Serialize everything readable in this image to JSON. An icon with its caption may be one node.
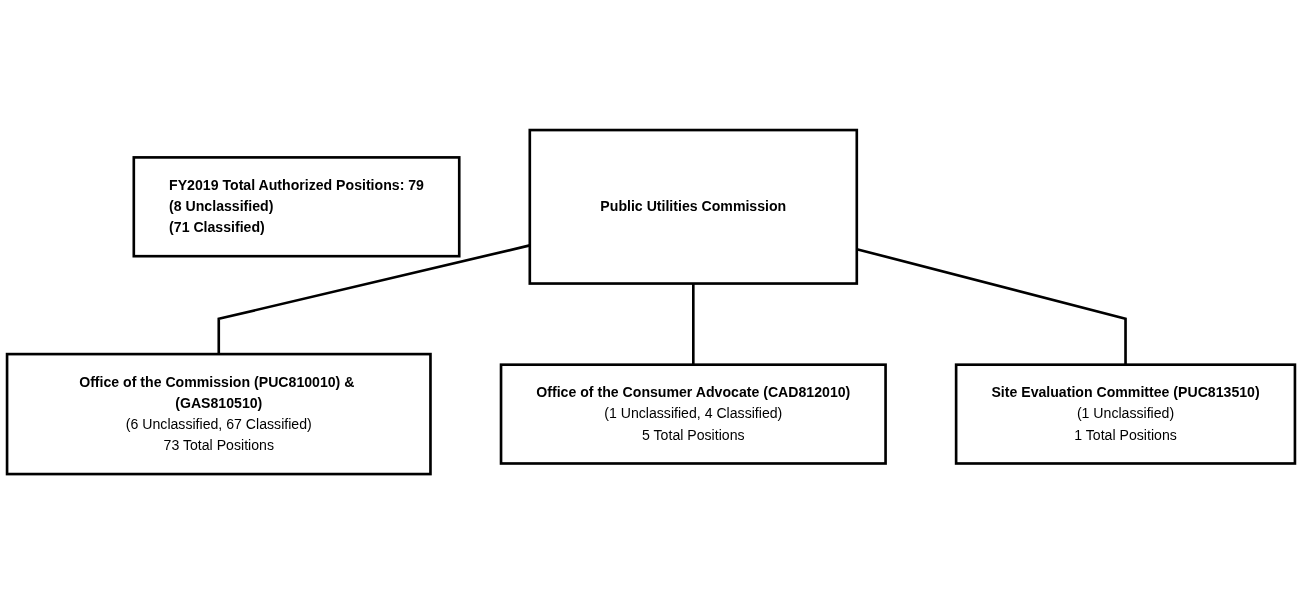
{
  "diagram": {
    "nodes": [
      {
        "text": [
          "FY2019 Total Authorized Positions: 79",
          "(8 Unclassified)",
          "(71 Classified)"
        ]
      },
      {
        "text": [
          "Public Utilities Commission"
        ]
      },
      {
        "text": [
          "Office of the Commission (PUC810010) & (GAS810510)",
          "(6 Unclassified, 67 Classified)",
          "73 Total Positions"
        ]
      },
      {
        "text": [
          "Office of the Consumer Advocate (CAD812010)",
          "(1 Unclassified, 4 Classified)",
          "5 Total Positions"
        ]
      },
      {
        "text": [
          "Site Evaluation Committee (PUC813510)",
          "(1 Unclassified)",
          "1 Total Positions"
        ]
      }
    ],
    "edges": [
      {
        "from": 1,
        "to": 2,
        "arrow": "none"
      },
      {
        "from": 1,
        "to": 3,
        "arrow": "none"
      },
      {
        "from": 1,
        "to": 4,
        "arrow": "none"
      }
    ]
  }
}
